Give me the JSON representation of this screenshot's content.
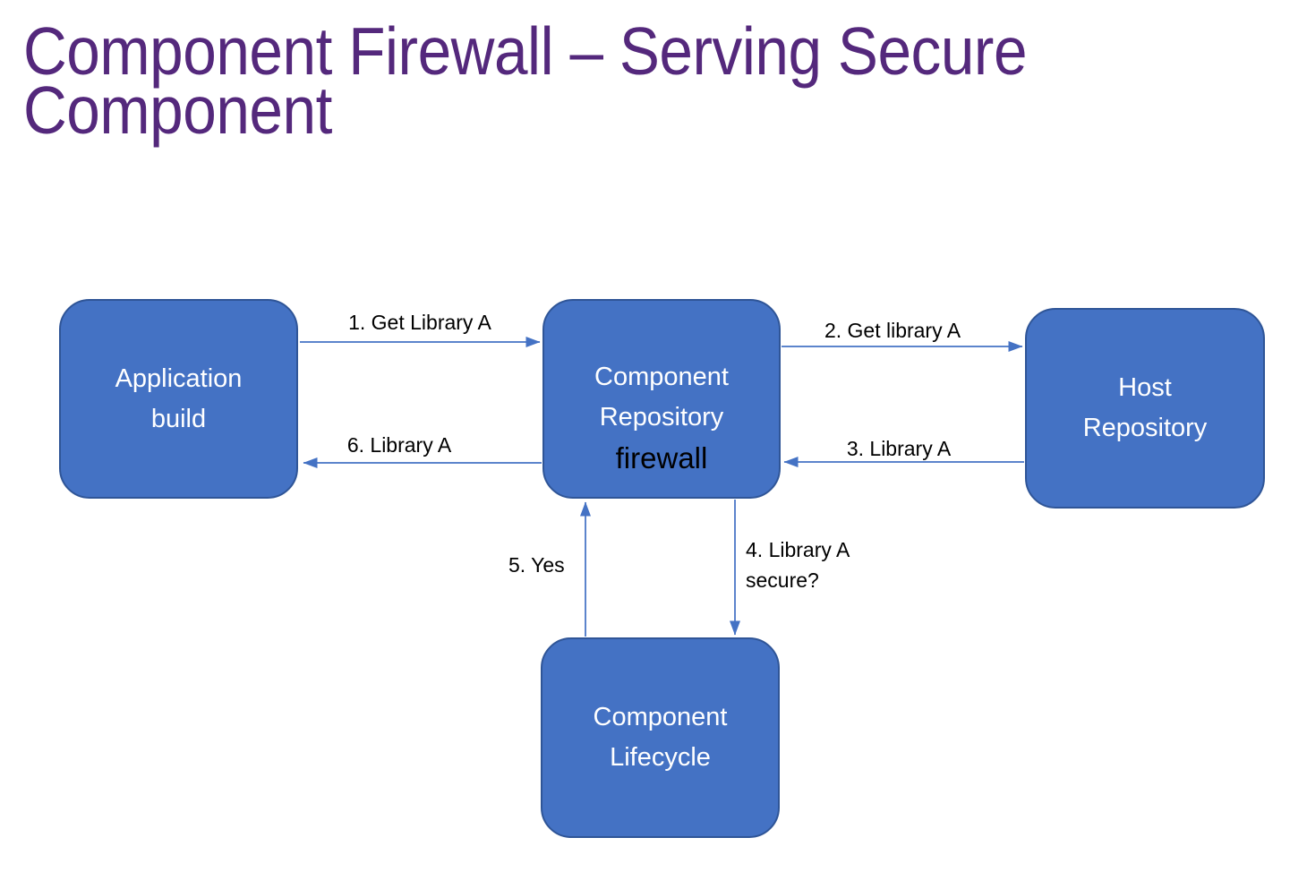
{
  "title": {
    "line1": "Component Firewall – Serving Secure",
    "line2": "Component"
  },
  "colors": {
    "title_color": "#54287C",
    "node_fill": "#4472C4",
    "node_border": "#2F5597",
    "node_text": "#FFFFFF",
    "sublabel_color": "#000000",
    "arrow_color": "#4472C4",
    "label_color": "#000000"
  },
  "nodes": {
    "application_build": {
      "line1": "Application",
      "line2": "build"
    },
    "component_repository": {
      "line1": "Component",
      "line2": "Repository",
      "sublabel": "firewall"
    },
    "host_repository": {
      "line1": "Host",
      "line2": "Repository"
    },
    "component_lifecycle": {
      "line1": "Component",
      "line2": "Lifecycle"
    }
  },
  "edges": {
    "e1": {
      "label": "1. Get Library A",
      "from": "application_build",
      "to": "component_repository"
    },
    "e2": {
      "label": "2. Get library A",
      "from": "component_repository",
      "to": "host_repository"
    },
    "e3": {
      "label": "3. Library A",
      "from": "host_repository",
      "to": "component_repository"
    },
    "e4": {
      "line1": "4. Library A",
      "line2": "secure?",
      "from": "component_repository",
      "to": "component_lifecycle"
    },
    "e5": {
      "label": "5. Yes",
      "from": "component_lifecycle",
      "to": "component_repository"
    },
    "e6": {
      "label": "6. Library A",
      "from": "component_repository",
      "to": "application_build"
    }
  }
}
